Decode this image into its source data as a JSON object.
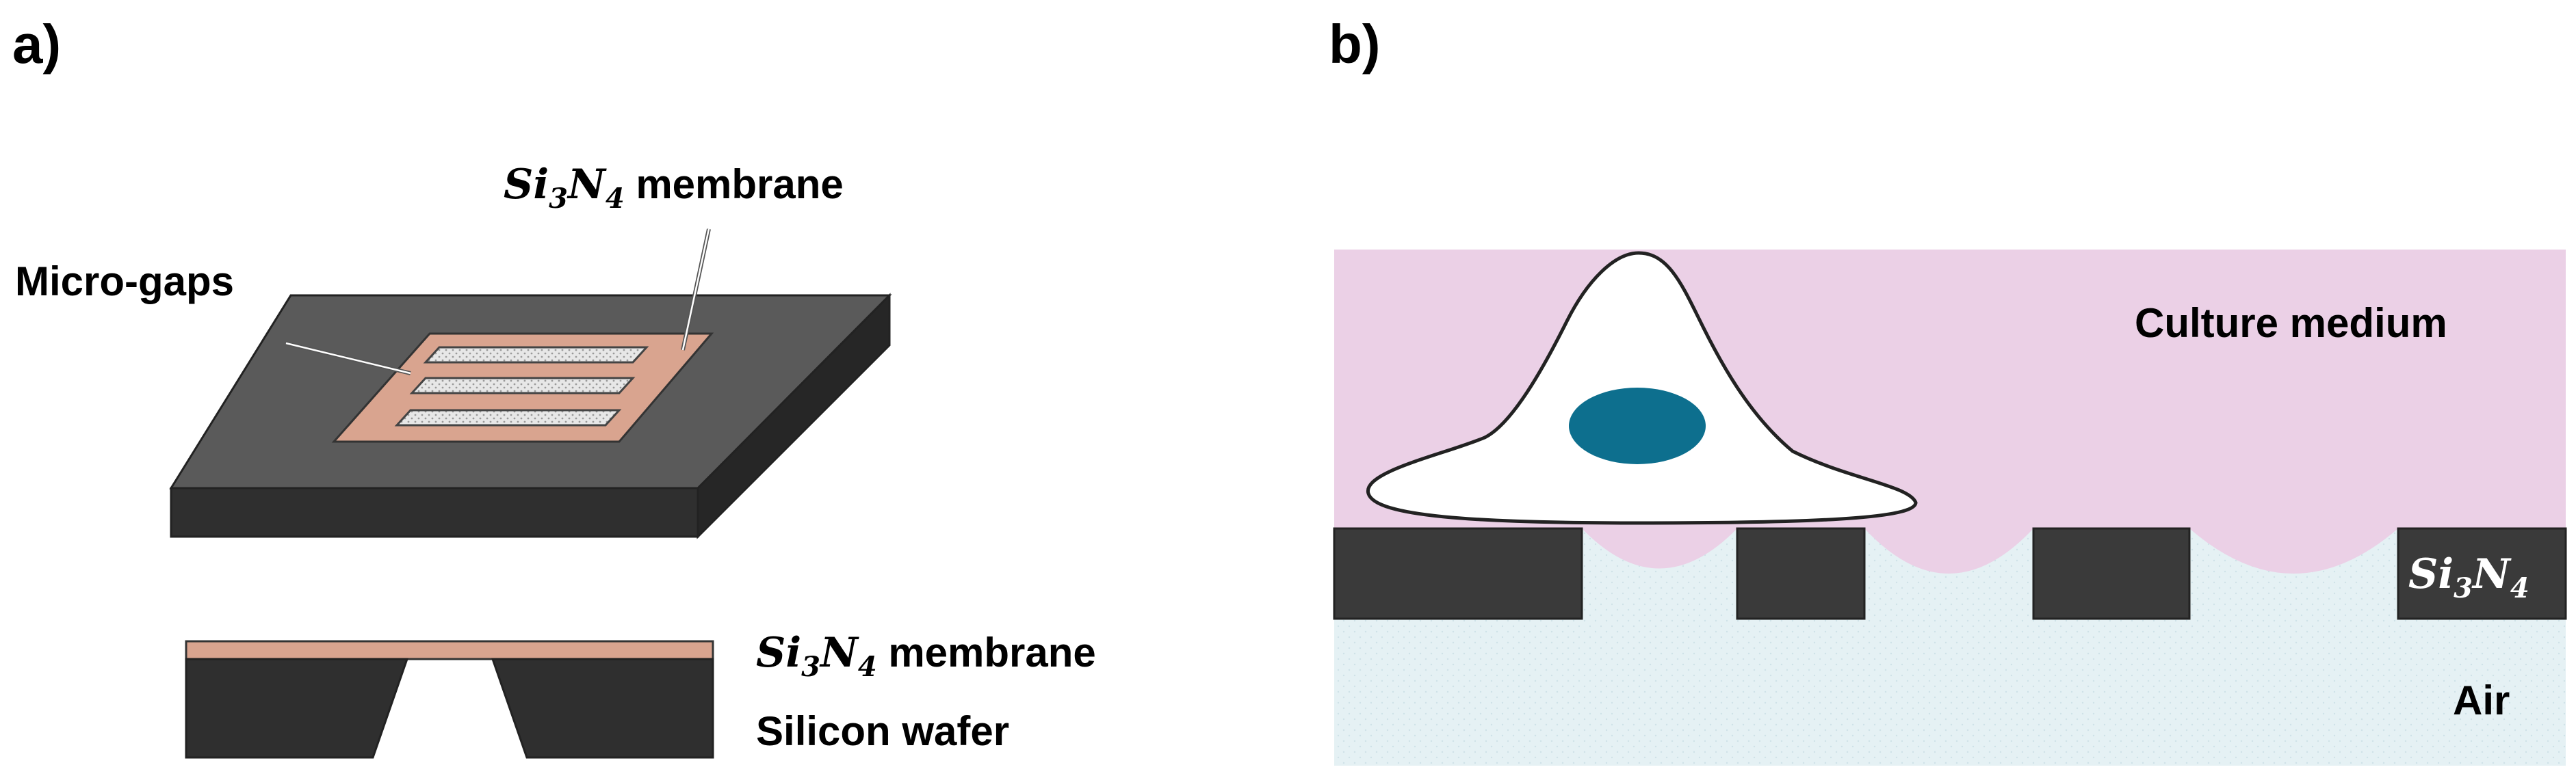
{
  "panel_a": {
    "tag": "a)",
    "microgaps_label": "Micro-gaps",
    "membrane_label": {
      "si": "Si",
      "si_sub": "3",
      "n": "N",
      "n_sub": "4",
      "rest": " membrane"
    },
    "cross_membrane_label": {
      "si": "Si",
      "si_sub": "3",
      "n": "N",
      "n_sub": "4",
      "rest": " membrane"
    },
    "wafer_label": "Silicon wafer"
  },
  "panel_b": {
    "tag": "b)",
    "medium_label": "Culture medium",
    "air_label": "Air",
    "sin_label": {
      "si": "Si",
      "si_sub": "3",
      "n": "N",
      "n_sub": "4"
    }
  },
  "colors": {
    "silicon": "#3a3a3a",
    "silicon_top": "#5a5a5a",
    "membrane": "#d9a48f",
    "gap": "#e5e5e5",
    "medium": "#ebd0e6",
    "air": "#e5f1f4",
    "cell": "#ffffff",
    "nucleus": "#0d6f8e"
  }
}
